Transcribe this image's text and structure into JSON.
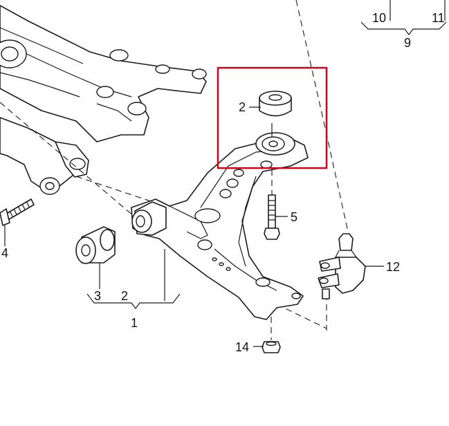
{
  "diagram": {
    "highlight_color": "#d0021b",
    "callouts": [
      {
        "id": "c10",
        "label": "10"
      },
      {
        "id": "c11",
        "label": "11"
      },
      {
        "id": "c9",
        "label": "9"
      },
      {
        "id": "c2a",
        "label": "2"
      },
      {
        "id": "c5",
        "label": "5"
      },
      {
        "id": "c4",
        "label": "4"
      },
      {
        "id": "c12",
        "label": "12"
      },
      {
        "id": "c3",
        "label": "3"
      },
      {
        "id": "c2b",
        "label": "2"
      },
      {
        "id": "c1",
        "label": "1"
      },
      {
        "id": "c14",
        "label": "14"
      }
    ]
  }
}
